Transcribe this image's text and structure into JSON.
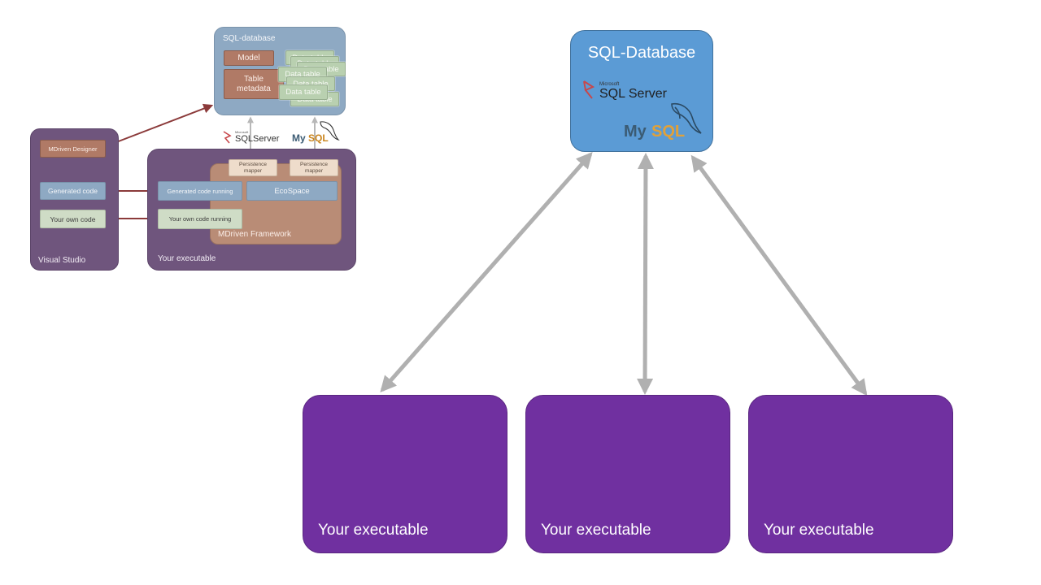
{
  "small_diagram": {
    "sql_database_title": "SQL-database",
    "model_label": "Model",
    "table_metadata_label": "Table metadata",
    "data_tables": [
      "Data table",
      "Data table",
      "Data table",
      "Data table",
      "Data table",
      "Data table",
      "Data table"
    ],
    "sqlserver_logo": {
      "brand_small": "Microsoft",
      "brand_main": "SQLServer"
    },
    "mysql_logo": {
      "text_my": "My",
      "text_sql": "SQL"
    },
    "persistence_mappers": [
      "Persistence mapper",
      "Persistence mapper"
    ],
    "visual_studio_label": "Visual Studio",
    "mdriven_designer_label": "MDriven Designer",
    "generated_code_label": "Generated code",
    "your_own_code_label": "Your own code",
    "your_executable_label": "Your executable",
    "mdriven_framework_label": "MDriven Framework",
    "generated_code_running_label": "Generated code running",
    "ecospace_label": "EcoSpace",
    "your_own_code_running_label": "Your own code running"
  },
  "big_diagram": {
    "sql_database_title": "SQL-Database",
    "sqlserver_logo": {
      "brand_small": "Microsoft",
      "brand_main": "SQL Server"
    },
    "mysql_logo": {
      "text_my": "My",
      "text_sql": "SQL"
    },
    "executables": [
      {
        "label": "Your executable"
      },
      {
        "label": "Your executable"
      },
      {
        "label": "Your executable"
      }
    ]
  },
  "colors": {
    "small_db": "#8ea9c3",
    "small_purple": "#6f557d",
    "brown": "#b07a66",
    "framework": "#b98c76",
    "light_green": "#cfdcc6",
    "big_db": "#5b9bd5",
    "big_exec": "#7030a0",
    "arrow_gray": "#b0b0b0",
    "arrow_red": "#8b3a3a"
  }
}
